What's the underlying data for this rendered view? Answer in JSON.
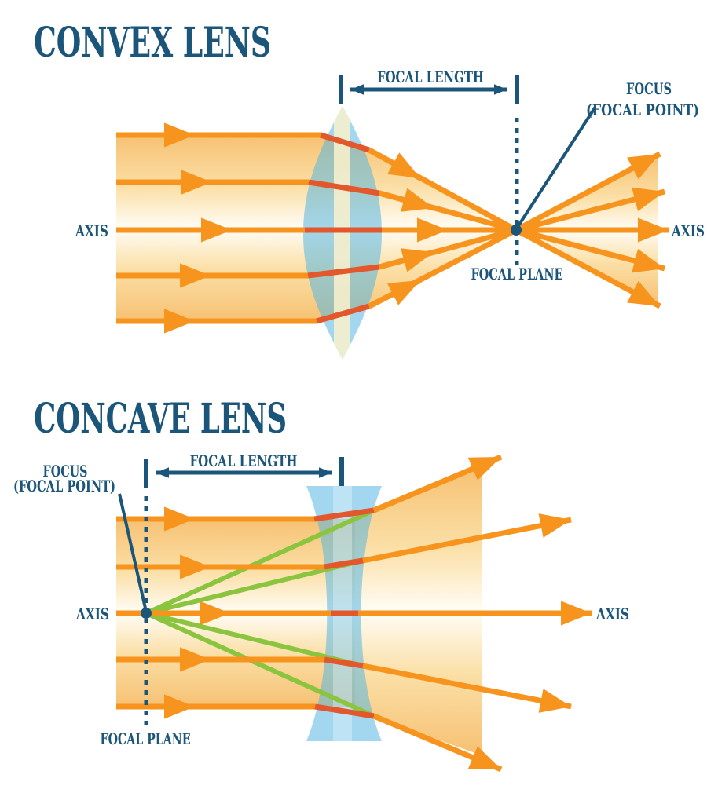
{
  "colors": {
    "navy": "#1b567a",
    "orange": "#f7941e",
    "red_orange": "#e2572b",
    "green": "#8bc53f",
    "lens_blue": "#9ed6ef",
    "beam_orange": "#f6c173"
  },
  "convex": {
    "title": "CONVEX LENS",
    "focal_length_label": "FOCAL LENGTH",
    "focus_label_line1": "FOCUS",
    "focus_label_line2": "(FOCAL POINT)",
    "axis_label_left": "AXIS",
    "axis_label_right": "AXIS",
    "focal_plane_label": "FOCAL PLANE"
  },
  "concave": {
    "title": "CONCAVE LENS",
    "focal_length_label": "FOCAL LENGTH",
    "focus_label_line1": "FOCUS",
    "focus_label_line2": "(FOCAL POINT)",
    "axis_label_left": "AXIS",
    "axis_label_right": "AXIS",
    "focal_plane_label": "FOCAL PLANE"
  }
}
